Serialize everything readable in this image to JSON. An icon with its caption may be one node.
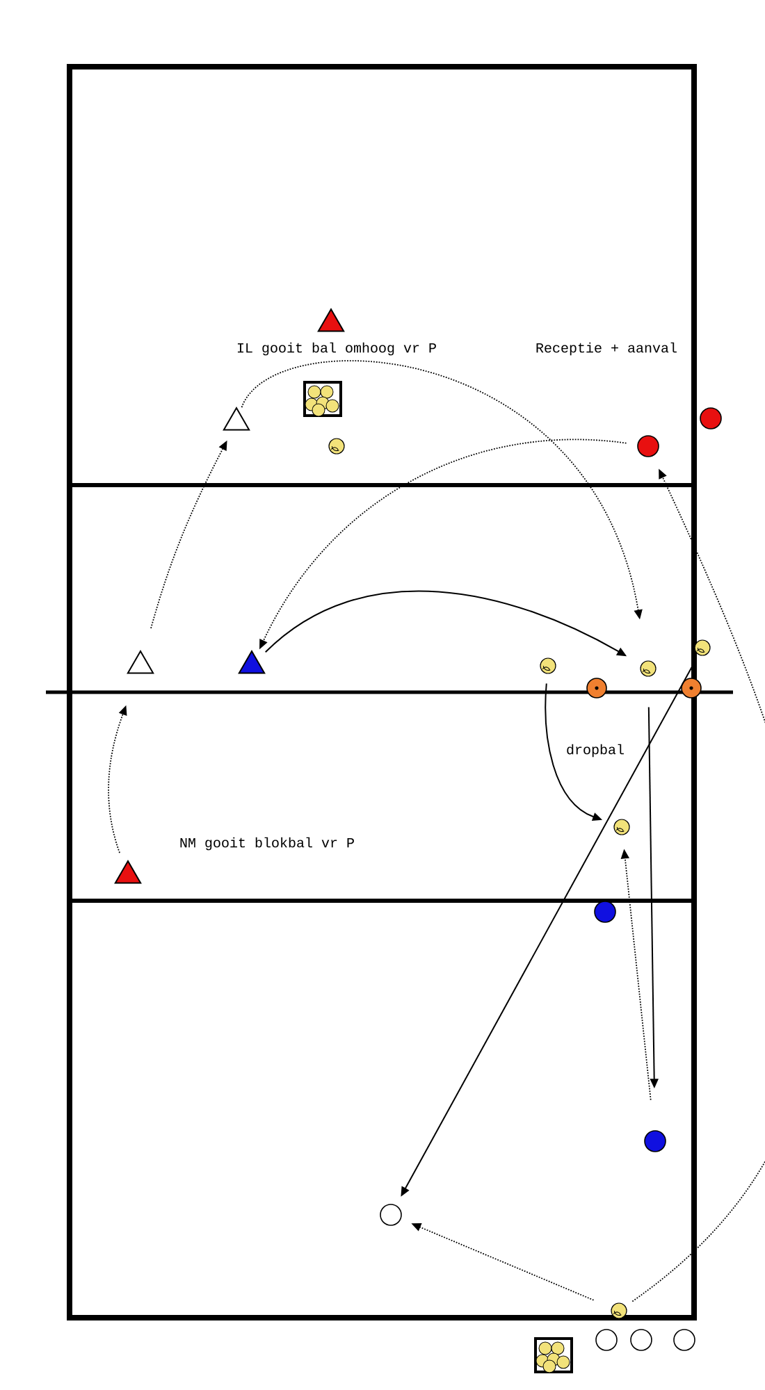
{
  "diagram": {
    "nodes": [
      {
        "text": [],
        "shape": "triangle"
      },
      {
        "text": [],
        "shape": "basket"
      },
      {
        "text": [],
        "shape": "triangle"
      },
      {
        "text": [],
        "shape": "ball"
      },
      {
        "text": [],
        "shape": "circle"
      },
      {
        "text": [],
        "shape": "circle"
      },
      {
        "text": [],
        "shape": "triangle"
      },
      {
        "text": [],
        "shape": "triangle"
      },
      {
        "text": [],
        "shape": "ball"
      },
      {
        "text": [],
        "shape": "ball"
      },
      {
        "text": [],
        "shape": "ball"
      },
      {
        "text": [],
        "shape": "cone"
      },
      {
        "text": [],
        "shape": "cone"
      },
      {
        "text": [],
        "shape": "ball"
      },
      {
        "text": [],
        "shape": "triangle"
      },
      {
        "text": [],
        "shape": "circle"
      },
      {
        "text": [],
        "shape": "circle"
      },
      {
        "text": [],
        "shape": "circle"
      },
      {
        "text": [],
        "shape": "ball"
      },
      {
        "text": [],
        "shape": "basket"
      },
      {
        "text": [],
        "shape": "circle"
      },
      {
        "text": [],
        "shape": "circle"
      },
      {
        "text": [],
        "shape": "circle"
      }
    ],
    "edges": [
      {
        "from": 6,
        "to": 2,
        "arrow": "to",
        "style": "dashed"
      },
      {
        "from": 2,
        "to": 9,
        "arrow": "to",
        "style": "dashed"
      },
      {
        "from": 5,
        "to": 7,
        "arrow": "to",
        "style": "dashed"
      },
      {
        "from": 7,
        "to": 9,
        "arrow": "to"
      },
      {
        "from": 14,
        "to": 6,
        "arrow": "to",
        "style": "dashed"
      },
      {
        "from": 8,
        "to": 13,
        "arrow": "to"
      },
      {
        "from": 10,
        "to": 17,
        "arrow": "to"
      },
      {
        "from": 9,
        "to": 16,
        "arrow": "to"
      },
      {
        "from": 16,
        "to": 13,
        "arrow": "to",
        "style": "dashed"
      },
      {
        "from": 18,
        "to": 5,
        "arrow": "to",
        "style": "dashed"
      },
      {
        "from": 18,
        "to": 17,
        "arrow": "to",
        "style": "dashed"
      }
    ],
    "labels": [
      "IL gooit bal omhoog vr P",
      "Receptie + aanval",
      "dropbal",
      "NM gooit blokbal vr P"
    ]
  }
}
